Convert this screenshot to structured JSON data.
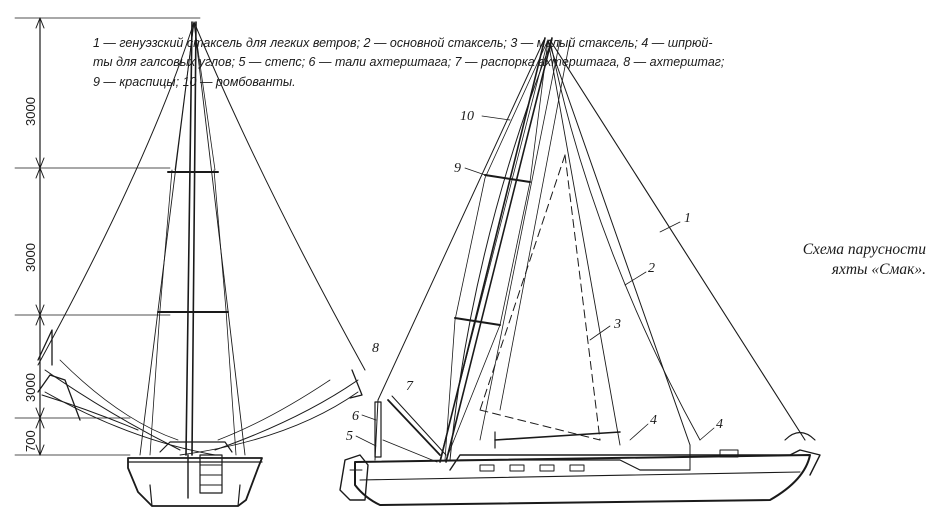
{
  "legend": {
    "line1": "1 — генуэзский стаксель для легких ветров; 2 — основной стаксель; 3 — малый стаксель; 4 — шпрюй-",
    "line2": "ты для галсовых углов; 5 — степс; 6 — тали ахтерштага; 7 — распорка ахтерштага, 8 — ахтерштаг;",
    "line3": "9 — краспицы; 10 — ромбованты."
  },
  "title": {
    "line1": "Схема парусности",
    "line2": "яхты «Смак»."
  },
  "dimensions": [
    "3000",
    "3000",
    "3000",
    "700"
  ],
  "callouts": {
    "c1": "1",
    "c2": "2",
    "c3": "3",
    "c4a": "4",
    "c4b": "4",
    "c5": "5",
    "c6": "6",
    "c7": "7",
    "c8": "8",
    "c9": "9",
    "c10": "10"
  }
}
